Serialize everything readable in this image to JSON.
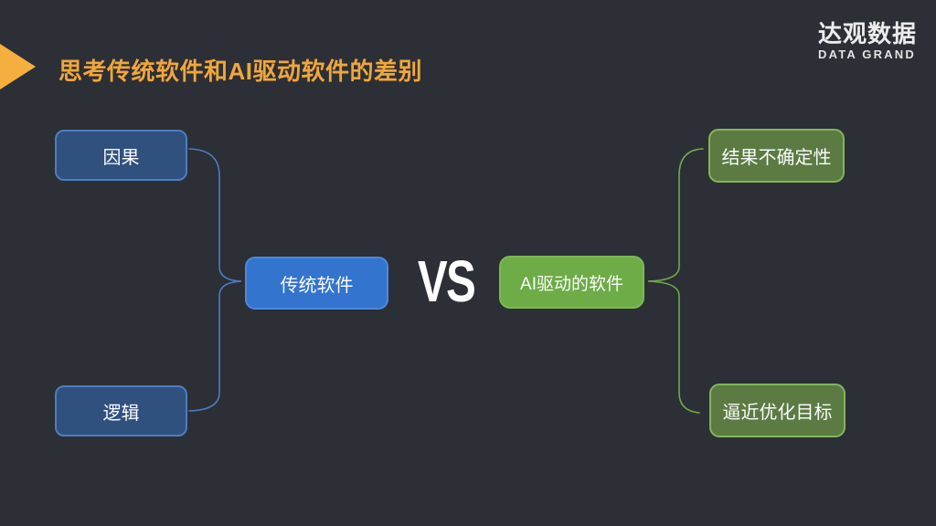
{
  "slide": {
    "header": {
      "title": "思考传统软件和AI驱动软件的差别",
      "bullet_icon": "orange-right-triangle"
    },
    "logo": {
      "name": "达观数据",
      "subtitle": "DATA GRAND"
    },
    "diagram": {
      "vs_label": "VS",
      "left_group": {
        "parent": {
          "label": "传统软件"
        },
        "children": [
          {
            "label": "因果"
          },
          {
            "label": "逻辑"
          }
        ]
      },
      "right_group": {
        "parent": {
          "label": "AI驱动的软件"
        },
        "children": [
          {
            "label": "结果不确定性"
          },
          {
            "label": "逼近优化目标"
          }
        ]
      }
    },
    "colors": {
      "background": "#2C2F35",
      "title_text": "#F0A63C",
      "accent_triangle": "#F5AF3F",
      "blue_child_fill": "#30517E",
      "blue_child_border": "#4E7DC1",
      "blue_parent_fill": "#3374CE",
      "green_parent_fill": "#6DAC47",
      "green_child_fill": "#5B7B43",
      "green_child_border": "#83B55C",
      "connector_blue": "#4C7CC4",
      "connector_green": "#73A750",
      "node_text": "#FFFFFF",
      "vs_text": "#FFFFFF",
      "logo_text": "#EDEDEE"
    }
  }
}
